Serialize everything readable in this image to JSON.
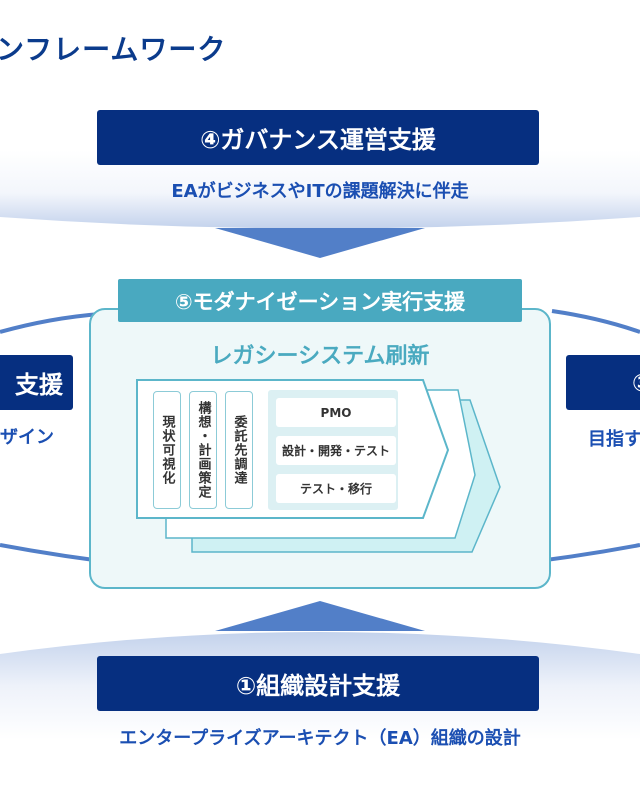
{
  "title": "ンフレームワーク",
  "top": {
    "label": "④ガバナンス運営支援",
    "subtitle": "EAがビジネスやITの課題解決に伴走"
  },
  "center": {
    "label": "⑤モダナイゼーション実行支援",
    "heading": "レガシーシステム刷新",
    "phases": [
      "現状可視化",
      "構想・計画策定",
      "委託先調達"
    ],
    "items": [
      "PMO",
      "設計・開発・テスト",
      "テスト・移行"
    ]
  },
  "left": {
    "label": "支援",
    "subtitle": "ザイン"
  },
  "right": {
    "label": "③",
    "subtitle": "目指す"
  },
  "bottom": {
    "label": "①組織設計支援",
    "subtitle": "エンタープライズアーキテクト（EA）組織の設計"
  },
  "colors": {
    "navy": "#062f80",
    "teal": "#49a9c0",
    "accent_blue": "#527fc8"
  }
}
